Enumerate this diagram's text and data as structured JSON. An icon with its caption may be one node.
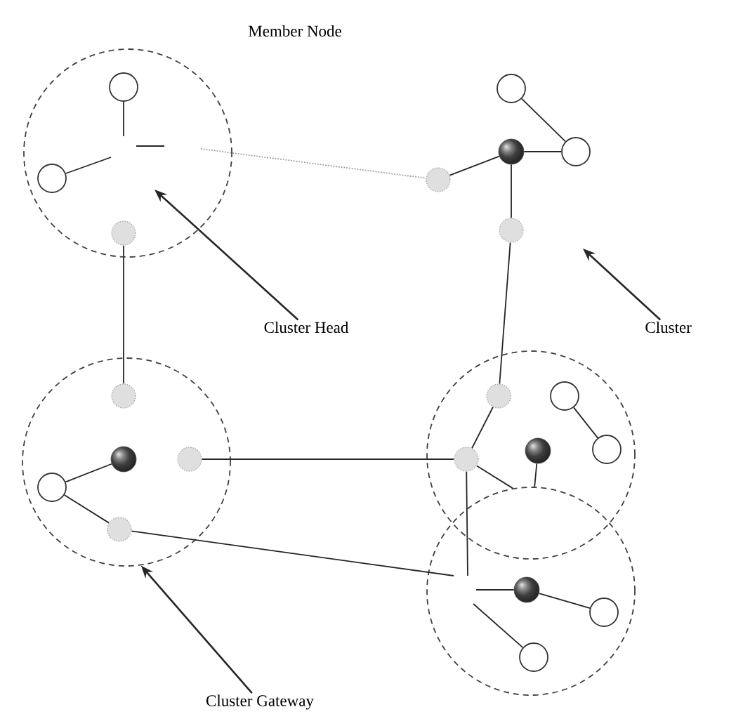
{
  "diagram": {
    "nodes": [
      {
        "text": [],
        "shape": "circle"
      },
      {
        "text": [],
        "shape": "circle",
        "in": 0
      },
      {
        "text": [],
        "shape": "circle",
        "in": 0
      },
      {
        "text": [],
        "shape": "dot",
        "in": 0
      },
      {
        "text": [],
        "shape": "circle"
      },
      {
        "text": [],
        "shape": "sphere"
      },
      {
        "text": [],
        "shape": "circle"
      },
      {
        "text": [],
        "shape": "dot"
      },
      {
        "text": [],
        "shape": "dot"
      },
      {
        "text": [
          "Cluster Head"
        ]
      },
      {
        "text": [
          "Cluster"
        ]
      },
      {
        "text": [],
        "shape": "circle"
      },
      {
        "text": [],
        "shape": "dot",
        "in": 11
      },
      {
        "text": [],
        "shape": "sphere",
        "in": 11
      },
      {
        "text": [],
        "shape": "dot",
        "in": 11
      },
      {
        "text": [],
        "shape": "circle",
        "in": 11
      },
      {
        "text": [],
        "shape": "dot",
        "in": 11
      },
      {
        "text": [],
        "shape": "circle"
      },
      {
        "text": [],
        "shape": "dot",
        "in": 17
      },
      {
        "text": [],
        "shape": "circle",
        "in": 17
      },
      {
        "text": [],
        "shape": "sphere",
        "in": 17
      },
      {
        "text": [],
        "shape": "dot",
        "in": 17
      },
      {
        "text": [],
        "shape": "circle",
        "in": 17
      },
      {
        "text": [],
        "shape": "circle"
      },
      {
        "text": [],
        "shape": "sphere",
        "in": 23
      },
      {
        "text": [],
        "shape": "circle",
        "in": 23
      },
      {
        "text": [],
        "shape": "circle",
        "in": 23
      },
      {
        "text": [
          "Cluster Gateway"
        ]
      }
    ],
    "edges": [
      {
        "from": 1,
        "to": null,
        "arrow": "none"
      },
      {
        "from": 2,
        "to": null,
        "arrow": "none"
      },
      {
        "from": null,
        "to": 7,
        "arrow": "none",
        "style": "dashed",
        "color": "#999999"
      },
      {
        "from": 4,
        "to": 6,
        "arrow": "none"
      },
      {
        "from": 5,
        "to": 6,
        "arrow": "none"
      },
      {
        "from": 5,
        "to": 7,
        "arrow": "none"
      },
      {
        "from": 5,
        "to": 8,
        "arrow": "none"
      },
      {
        "from": 8,
        "to": 18,
        "arrow": "none"
      },
      {
        "from": 3,
        "to": 12,
        "arrow": "none"
      },
      {
        "from": 15,
        "to": 13,
        "arrow": "none"
      },
      {
        "from": 15,
        "to": 16,
        "arrow": "none"
      },
      {
        "from": 14,
        "to": 21,
        "arrow": "none"
      },
      {
        "from": 16,
        "to": null,
        "arrow": "none"
      },
      {
        "from": 18,
        "to": 21,
        "arrow": "none"
      },
      {
        "from": 19,
        "to": 22,
        "arrow": "none"
      },
      {
        "from": 20,
        "to": 23,
        "arrow": "none"
      },
      {
        "from": 21,
        "to": 23,
        "arrow": "none"
      },
      {
        "from": 21,
        "to": null,
        "arrow": "none"
      },
      {
        "from": null,
        "to": 24,
        "arrow": "none"
      },
      {
        "from": 24,
        "to": 25,
        "arrow": "none"
      },
      {
        "from": null,
        "to": 26,
        "arrow": "none"
      },
      {
        "from": 9,
        "to": null,
        "arrow": "to"
      },
      {
        "from": 10,
        "to": null,
        "arrow": "to"
      },
      {
        "from": 27,
        "to": 11,
        "arrow": "to"
      }
    ],
    "labels": [
      "Member Node"
    ]
  }
}
